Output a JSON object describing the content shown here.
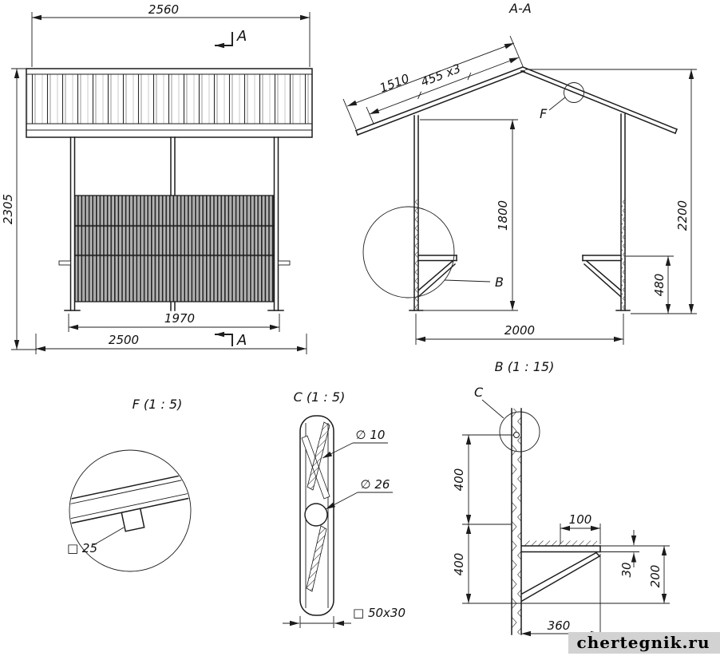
{
  "drawing": {
    "front_view": {
      "dim_width_top": "2560",
      "dim_height": "2305",
      "dim_panel_width": "1970",
      "dim_width_bottom": "2500",
      "section_marker": "A"
    },
    "section_view": {
      "title": "A-A",
      "dim_slope_length": "1510",
      "dim_sheet_step": "455 x3",
      "dim_clear_height": "1800",
      "dim_total_height": "2200",
      "dim_bench_height": "480",
      "dim_span": "2000",
      "detail_marker_f": "F",
      "detail_marker_b": "B"
    },
    "detail_f": {
      "title": "F (1 : 5)",
      "dim_square_tube": "□ 25"
    },
    "detail_c": {
      "title": "C (1 : 5)",
      "dim_hole_small": "∅ 10",
      "dim_hole_large": "∅ 26",
      "dim_profile": "□ 50x30"
    },
    "detail_b": {
      "title": "B (1 : 15)",
      "detail_marker_c": "C",
      "dim_upper_spacing": "400",
      "dim_lower_spacing": "400",
      "dim_seat_depth": "100",
      "dim_seat_thickness": "30",
      "dim_bracket_height": "200",
      "dim_bracket_length": "360"
    },
    "watermark": "chertegnik.ru"
  }
}
